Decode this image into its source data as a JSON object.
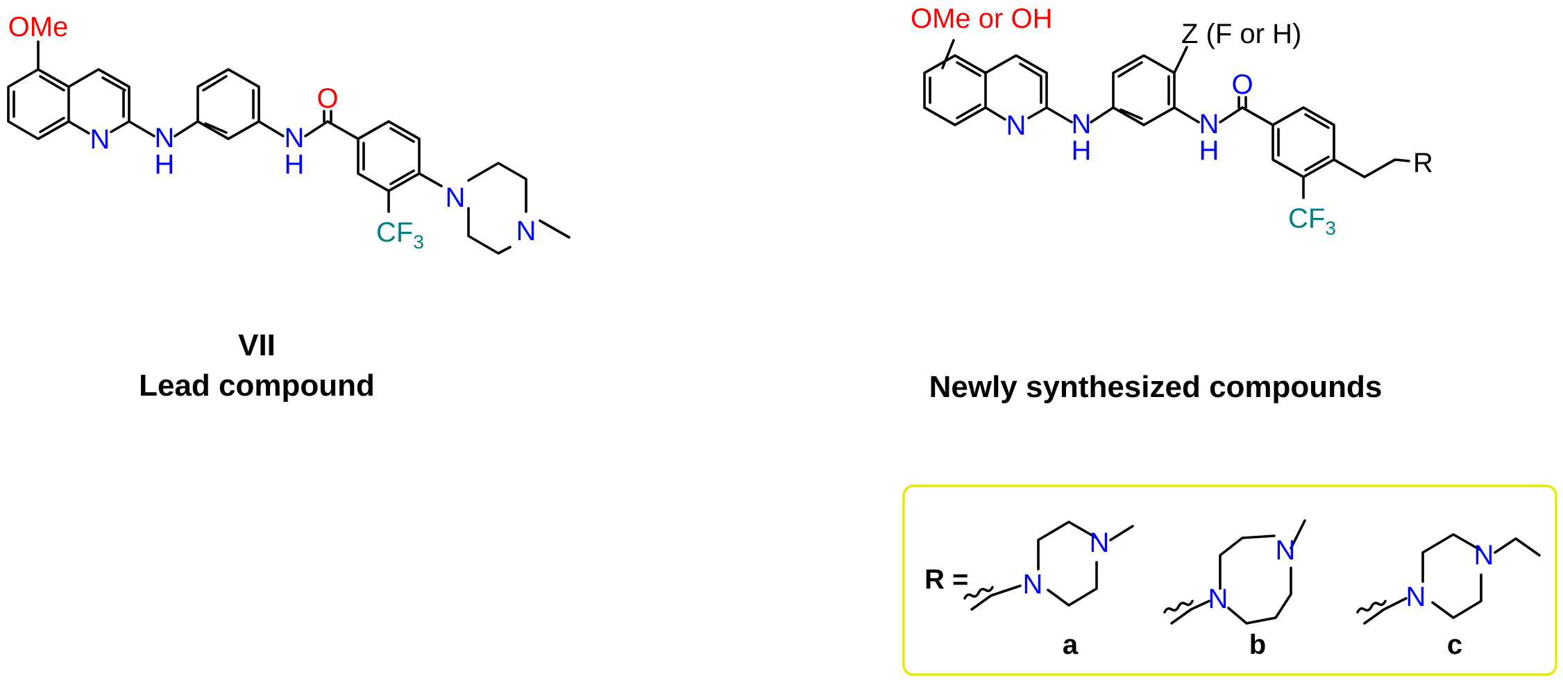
{
  "colors": {
    "oxygen": "#ff0000",
    "nitrogen": "#0000ff",
    "fluorinated": "#008080",
    "box_border": "#e8e800",
    "bond": "#000000"
  },
  "lead": {
    "substituent": "OMe",
    "cf3": "CF",
    "cf3_sub": "3",
    "oxygen": "O",
    "n_ring": "N",
    "n_amine": "N",
    "h": "H",
    "id": "VII",
    "caption": "Lead compound"
  },
  "new": {
    "substituent": "OMe or OH",
    "z_label": "Z (F or H)",
    "cf3": "CF",
    "cf3_sub": "3",
    "oxygen": "O",
    "r": "R",
    "n_ring": "N",
    "n_amine": "N",
    "h": "H",
    "caption": "Newly synthesized compounds"
  },
  "rgroups": {
    "prefix": "R =",
    "n_atom": "N",
    "labels": [
      "a",
      "b",
      "c"
    ]
  }
}
